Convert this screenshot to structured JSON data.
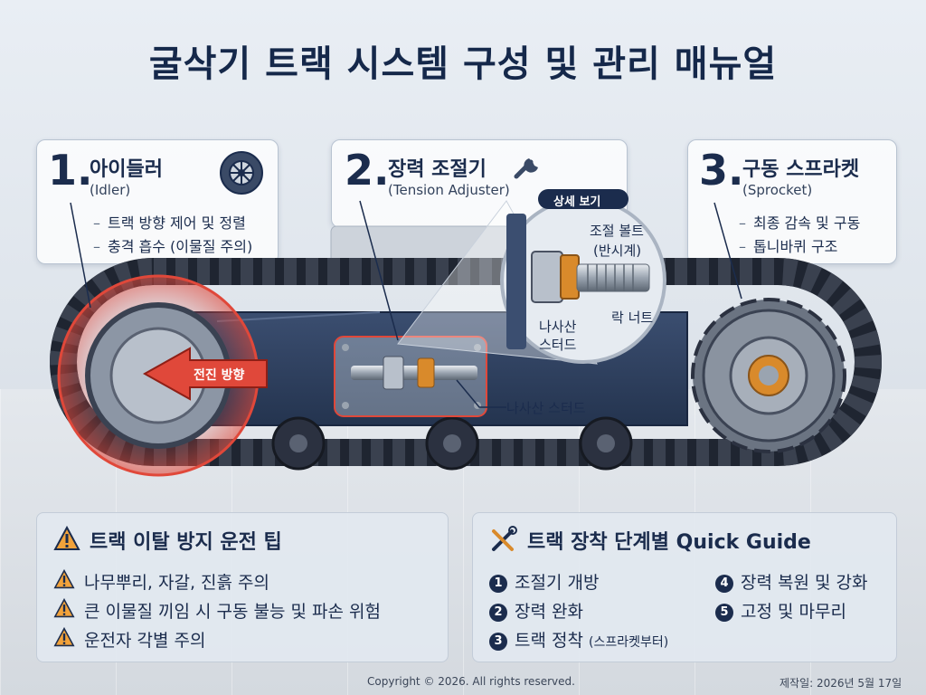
{
  "title": "굴삭기 트랙 시스템 구성 및 관리 매뉴얼",
  "callouts": [
    {
      "number": "1.",
      "name": "아이들러",
      "subtitle": "(Idler)",
      "bullets": [
        "트랙 방향 제어 및 정렬",
        "충격 흡수 (이물질 주의)"
      ],
      "icon": "tire-icon"
    },
    {
      "number": "2.",
      "name": "장력 조절기",
      "subtitle": "(Tension Adjuster)",
      "bullets": [],
      "icon": "wrench-icon"
    },
    {
      "number": "3.",
      "name": "구동 스프라켓",
      "subtitle": "(Sprocket)",
      "bullets": [
        "최종 감속 및 구동",
        "톱니바퀴 구조"
      ],
      "icon": ""
    }
  ],
  "detail": {
    "heading": "상세 보기",
    "bolt_label_1": "조절 볼트",
    "bolt_label_2": "(반시계)",
    "stud_label_1": "나사산",
    "stud_label_2": "스터드",
    "nut_label": "락 너트"
  },
  "arrow_label": "전진 방향",
  "stud_label": "나사산 스터드",
  "tips_panel": {
    "title": "트랙 이탈 방지 운전 팁",
    "icon": "warning-icon",
    "items": [
      "나무뿌리, 자갈, 진흙 주의",
      "큰 이물질 끼임 시 구동 불능 및 파손 위험",
      "운전자 각별 주의"
    ]
  },
  "guide_panel": {
    "title": "트랙 장착 단계별 Quick Guide",
    "icon": "tools-icon",
    "steps": [
      {
        "n": "1",
        "text": "조절기 개방",
        "note": ""
      },
      {
        "n": "2",
        "text": "장력 완화",
        "note": ""
      },
      {
        "n": "3",
        "text": "트랙 정착",
        "note": "(스프라켓부터)"
      },
      {
        "n": "4",
        "text": "장력 복원 및 강화",
        "note": ""
      },
      {
        "n": "5",
        "text": "고정 및 마무리",
        "note": ""
      }
    ]
  },
  "footer": {
    "copyright": "Copyright © 2026. All rights reserved.",
    "date": "제작일: 2026년 5월 17일"
  },
  "colors": {
    "navy": "#1b2c4d",
    "frame": "#2c3d5c",
    "highlight": "#e0483a",
    "nut": "#d98a2b",
    "warning": "#f2a23a"
  }
}
